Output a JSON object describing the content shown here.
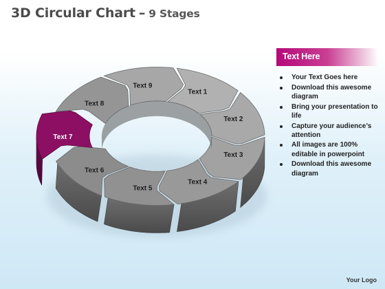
{
  "title": {
    "main": "3D Circular Chart",
    "separator": "–",
    "sub": "9 Stages"
  },
  "colors": {
    "ring_gray": "#8c8c8c",
    "highlight_magenta": "#8c0f63",
    "panel_header": "#b50a7a"
  },
  "diagram": {
    "stages": [
      {
        "label": "Text 1",
        "highlight": false
      },
      {
        "label": "Text 2",
        "highlight": false
      },
      {
        "label": "Text 3",
        "highlight": false
      },
      {
        "label": "Text 4",
        "highlight": false
      },
      {
        "label": "Text 5",
        "highlight": false
      },
      {
        "label": "Text 6",
        "highlight": false
      },
      {
        "label": "Text 7",
        "highlight": true
      },
      {
        "label": "Text 8",
        "highlight": false
      },
      {
        "label": "Text 9",
        "highlight": false
      }
    ]
  },
  "panel": {
    "title": "Text Here",
    "bullets": [
      "Your Text Goes here",
      "Download this awesome diagram",
      "Bring your presentation to life",
      "Capture your audience’s attention",
      "All images are 100% editable in powerpoint",
      "Download this awesome diagram"
    ]
  },
  "footer": {
    "logo": "Your Logo"
  }
}
